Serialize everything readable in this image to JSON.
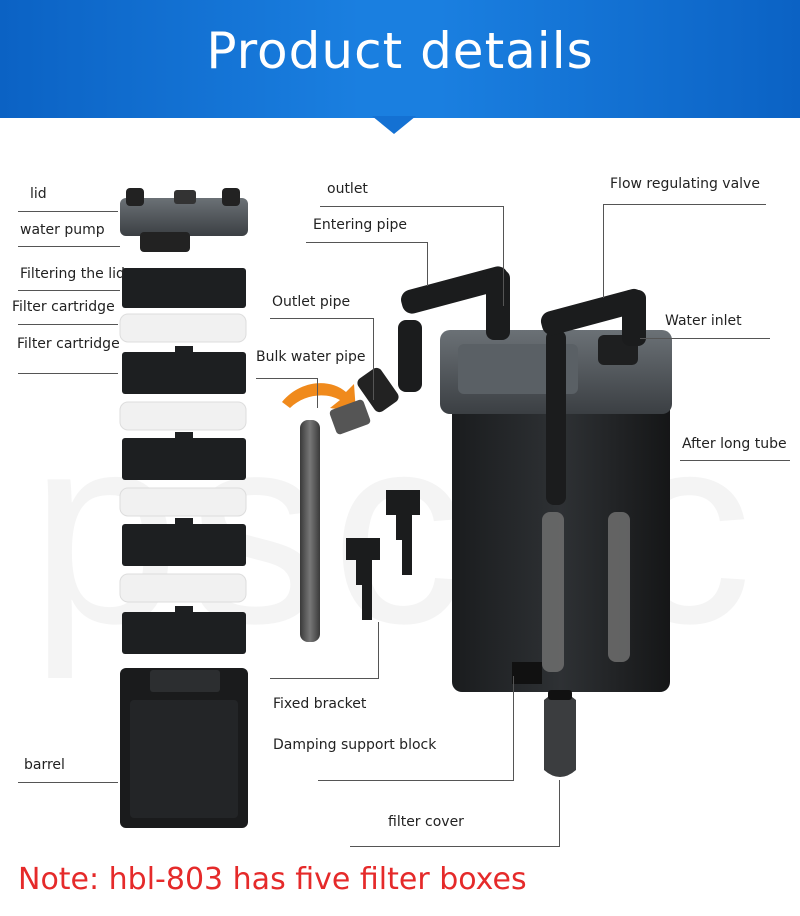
{
  "header": {
    "title": "Product details"
  },
  "watermark": "psccc",
  "labels": {
    "lid": "lid",
    "water_pump": "water pump",
    "filtering_lid": "Filtering the lid",
    "filter_cartridge_1": "Filter cartridge",
    "filter_cartridge_2": "Filter cartridge",
    "barrel": "barrel",
    "outlet": "outlet",
    "entering_pipe": "Entering pipe",
    "outlet_pipe": "Outlet pipe",
    "bulk_water_pipe": "Bulk water pipe",
    "fixed_bracket": "Fixed bracket",
    "damping_support_block": "Damping support block",
    "filter_cover": "filter cover",
    "flow_regulating_valve": "Flow regulating valve",
    "water_inlet": "Water inlet",
    "after_long_tube": "After long tube"
  },
  "note": "Note: hbl-803 has five filter boxes",
  "colors": {
    "header_blue": "#1a7fe0",
    "note_red": "#e52a2a",
    "arrow_orange": "#f08a1c"
  }
}
